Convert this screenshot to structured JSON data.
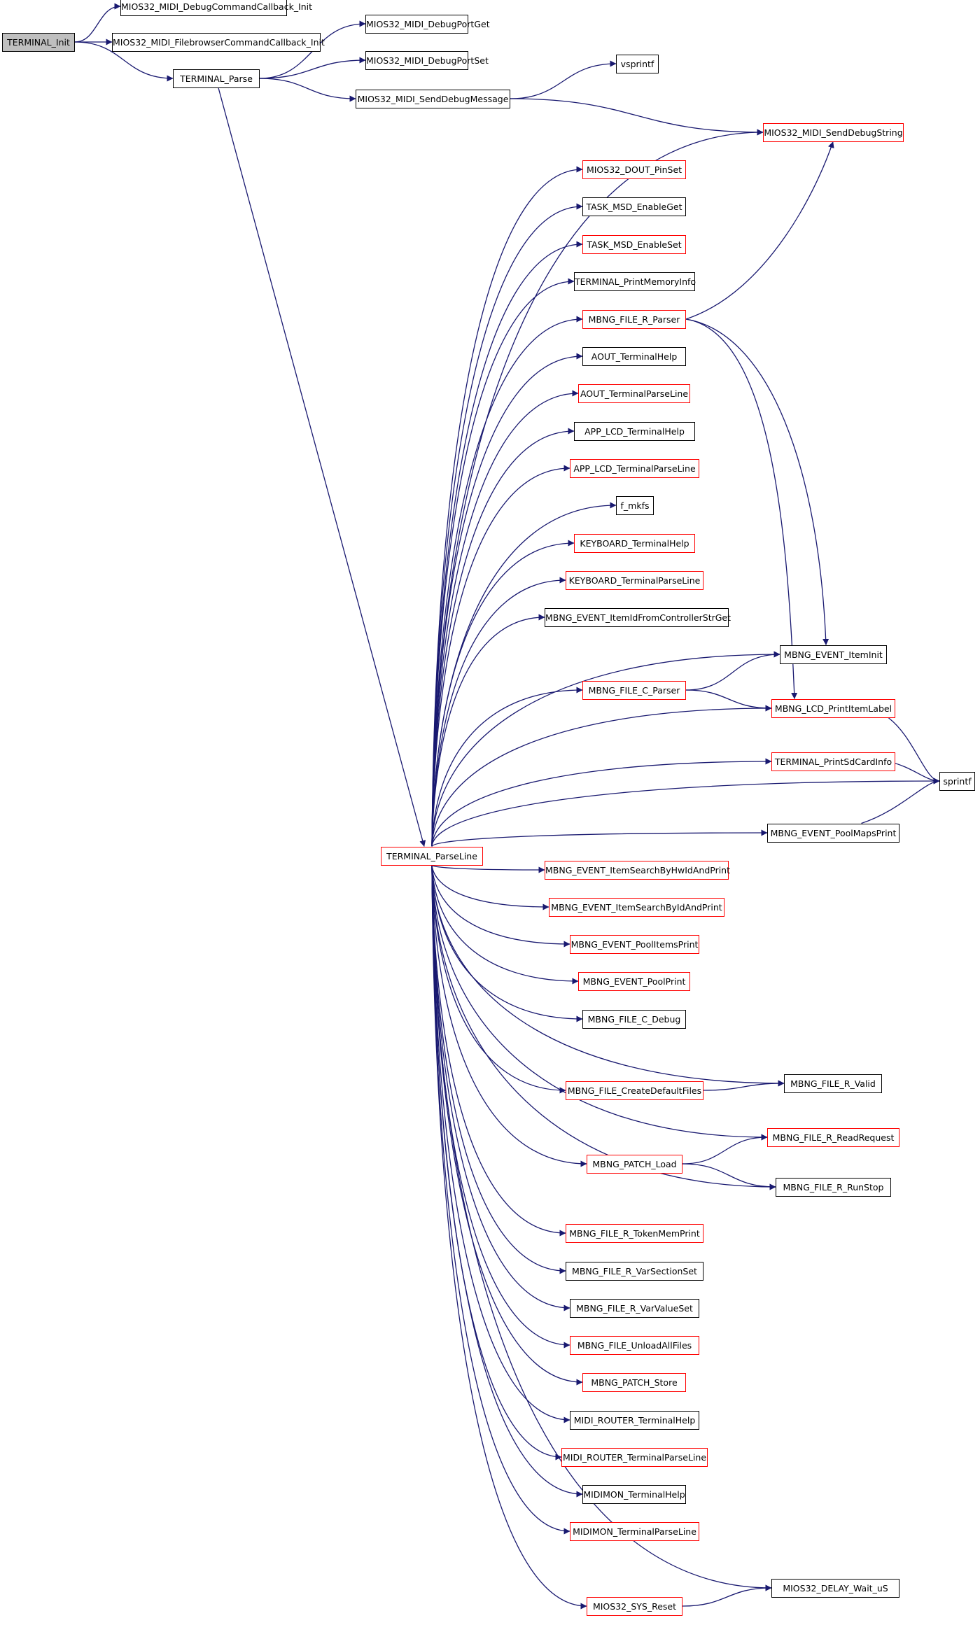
{
  "colors": {
    "edge": "#191970",
    "node_border_default": "#000000",
    "node_border_truncated": "#ff0000",
    "root_fill": "#bfbfbf",
    "background": "#ffffff"
  },
  "nodes": [
    {
      "id": "n0",
      "label": "TERMINAL_Init",
      "style": "root"
    },
    {
      "id": "n1",
      "label": "MIOS32_MIDI_DebugCommandCallback_Init",
      "style": "black"
    },
    {
      "id": "n2",
      "label": "MIOS32_MIDI_FilebrowserCommandCallback_Init",
      "style": "black"
    },
    {
      "id": "n3",
      "label": "TERMINAL_Parse",
      "style": "black"
    },
    {
      "id": "n4",
      "label": "MIOS32_MIDI_DebugPortGet",
      "style": "black"
    },
    {
      "id": "n5",
      "label": "MIOS32_MIDI_DebugPortSet",
      "style": "black"
    },
    {
      "id": "n6",
      "label": "MIOS32_MIDI_SendDebugMessage",
      "style": "black"
    },
    {
      "id": "n7",
      "label": "vsprintf",
      "style": "black"
    },
    {
      "id": "n8",
      "label": "MIOS32_MIDI_SendDebugString",
      "style": "red"
    },
    {
      "id": "n9",
      "label": "TERMINAL_ParseLine",
      "style": "red"
    },
    {
      "id": "n10",
      "label": "MIOS32_DOUT_PinSet",
      "style": "red"
    },
    {
      "id": "n11",
      "label": "TASK_MSD_EnableGet",
      "style": "black"
    },
    {
      "id": "n12",
      "label": "TASK_MSD_EnableSet",
      "style": "red"
    },
    {
      "id": "n13",
      "label": "TERMINAL_PrintMemoryInfo",
      "style": "black"
    },
    {
      "id": "n14",
      "label": "MBNG_FILE_R_Parser",
      "style": "red"
    },
    {
      "id": "n15",
      "label": "AOUT_TerminalHelp",
      "style": "black"
    },
    {
      "id": "n16",
      "label": "AOUT_TerminalParseLine",
      "style": "red"
    },
    {
      "id": "n17",
      "label": "APP_LCD_TerminalHelp",
      "style": "black"
    },
    {
      "id": "n18",
      "label": "APP_LCD_TerminalParseLine",
      "style": "red"
    },
    {
      "id": "n19",
      "label": "f_mkfs",
      "style": "black"
    },
    {
      "id": "n20",
      "label": "KEYBOARD_TerminalHelp",
      "style": "red"
    },
    {
      "id": "n21",
      "label": "KEYBOARD_TerminalParseLine",
      "style": "red"
    },
    {
      "id": "n22",
      "label": "MBNG_EVENT_ItemIdFromControllerStrGet",
      "style": "black"
    },
    {
      "id": "n23",
      "label": "MBNG_EVENT_ItemInit",
      "style": "black"
    },
    {
      "id": "n24",
      "label": "MBNG_FILE_C_Parser",
      "style": "red"
    },
    {
      "id": "n25",
      "label": "MBNG_LCD_PrintItemLabel",
      "style": "red"
    },
    {
      "id": "n26",
      "label": "TERMINAL_PrintSdCardInfo",
      "style": "red"
    },
    {
      "id": "n27",
      "label": "sprintf",
      "style": "black"
    },
    {
      "id": "n28",
      "label": "MBNG_EVENT_PoolMapsPrint",
      "style": "black"
    },
    {
      "id": "n29",
      "label": "MBNG_EVENT_ItemSearchByHwIdAndPrint",
      "style": "red"
    },
    {
      "id": "n30",
      "label": "MBNG_EVENT_ItemSearchByIdAndPrint",
      "style": "red"
    },
    {
      "id": "n31",
      "label": "MBNG_EVENT_PoolItemsPrint",
      "style": "red"
    },
    {
      "id": "n32",
      "label": "MBNG_EVENT_PoolPrint",
      "style": "red"
    },
    {
      "id": "n33",
      "label": "MBNG_FILE_C_Debug",
      "style": "black"
    },
    {
      "id": "n34",
      "label": "MBNG_FILE_R_Valid",
      "style": "black"
    },
    {
      "id": "n35",
      "label": "MBNG_FILE_CreateDefaultFiles",
      "style": "red"
    },
    {
      "id": "n36",
      "label": "MBNG_FILE_R_ReadRequest",
      "style": "red"
    },
    {
      "id": "n37",
      "label": "MBNG_PATCH_Load",
      "style": "red"
    },
    {
      "id": "n38",
      "label": "MBNG_FILE_R_RunStop",
      "style": "black"
    },
    {
      "id": "n39",
      "label": "MBNG_FILE_R_TokenMemPrint",
      "style": "red"
    },
    {
      "id": "n40",
      "label": "MBNG_FILE_R_VarSectionSet",
      "style": "black"
    },
    {
      "id": "n41",
      "label": "MBNG_FILE_R_VarValueSet",
      "style": "black"
    },
    {
      "id": "n42",
      "label": "MBNG_FILE_UnloadAllFiles",
      "style": "red"
    },
    {
      "id": "n43",
      "label": "MBNG_PATCH_Store",
      "style": "red"
    },
    {
      "id": "n44",
      "label": "MIDI_ROUTER_TerminalHelp",
      "style": "black"
    },
    {
      "id": "n45",
      "label": "MIDI_ROUTER_TerminalParseLine",
      "style": "red"
    },
    {
      "id": "n46",
      "label": "MIDIMON_TerminalHelp",
      "style": "black"
    },
    {
      "id": "n47",
      "label": "MIDIMON_TerminalParseLine",
      "style": "red"
    },
    {
      "id": "n48",
      "label": "MIOS32_DELAY_Wait_uS",
      "style": "black"
    },
    {
      "id": "n49",
      "label": "MIOS32_SYS_Reset",
      "style": "red"
    }
  ],
  "edges": [
    [
      "n0",
      "n1"
    ],
    [
      "n0",
      "n2"
    ],
    [
      "n0",
      "n3"
    ],
    [
      "n3",
      "n4"
    ],
    [
      "n3",
      "n5"
    ],
    [
      "n3",
      "n6"
    ],
    [
      "n3",
      "n9"
    ],
    [
      "n6",
      "n7"
    ],
    [
      "n6",
      "n8"
    ],
    [
      "n9",
      "n8"
    ],
    [
      "n9",
      "n10"
    ],
    [
      "n9",
      "n11"
    ],
    [
      "n9",
      "n12"
    ],
    [
      "n9",
      "n13"
    ],
    [
      "n9",
      "n14"
    ],
    [
      "n9",
      "n15"
    ],
    [
      "n9",
      "n16"
    ],
    [
      "n9",
      "n17"
    ],
    [
      "n9",
      "n18"
    ],
    [
      "n9",
      "n19"
    ],
    [
      "n9",
      "n20"
    ],
    [
      "n9",
      "n21"
    ],
    [
      "n9",
      "n22"
    ],
    [
      "n9",
      "n23"
    ],
    [
      "n9",
      "n24"
    ],
    [
      "n9",
      "n25"
    ],
    [
      "n9",
      "n26"
    ],
    [
      "n9",
      "n27"
    ],
    [
      "n9",
      "n28"
    ],
    [
      "n9",
      "n29"
    ],
    [
      "n9",
      "n30"
    ],
    [
      "n9",
      "n31"
    ],
    [
      "n9",
      "n32"
    ],
    [
      "n9",
      "n33"
    ],
    [
      "n9",
      "n34"
    ],
    [
      "n9",
      "n35"
    ],
    [
      "n9",
      "n36"
    ],
    [
      "n9",
      "n37"
    ],
    [
      "n9",
      "n38"
    ],
    [
      "n9",
      "n39"
    ],
    [
      "n9",
      "n40"
    ],
    [
      "n9",
      "n41"
    ],
    [
      "n9",
      "n42"
    ],
    [
      "n9",
      "n43"
    ],
    [
      "n9",
      "n44"
    ],
    [
      "n9",
      "n45"
    ],
    [
      "n9",
      "n46"
    ],
    [
      "n9",
      "n47"
    ],
    [
      "n9",
      "n48"
    ],
    [
      "n9",
      "n49"
    ],
    [
      "n14",
      "n8"
    ],
    [
      "n14",
      "n23"
    ],
    [
      "n14",
      "n25"
    ],
    [
      "n24",
      "n23"
    ],
    [
      "n24",
      "n25"
    ],
    [
      "n25",
      "n27"
    ],
    [
      "n26",
      "n27"
    ],
    [
      "n28",
      "n27"
    ],
    [
      "n35",
      "n34"
    ],
    [
      "n37",
      "n36"
    ],
    [
      "n37",
      "n38"
    ],
    [
      "n49",
      "n48"
    ]
  ]
}
